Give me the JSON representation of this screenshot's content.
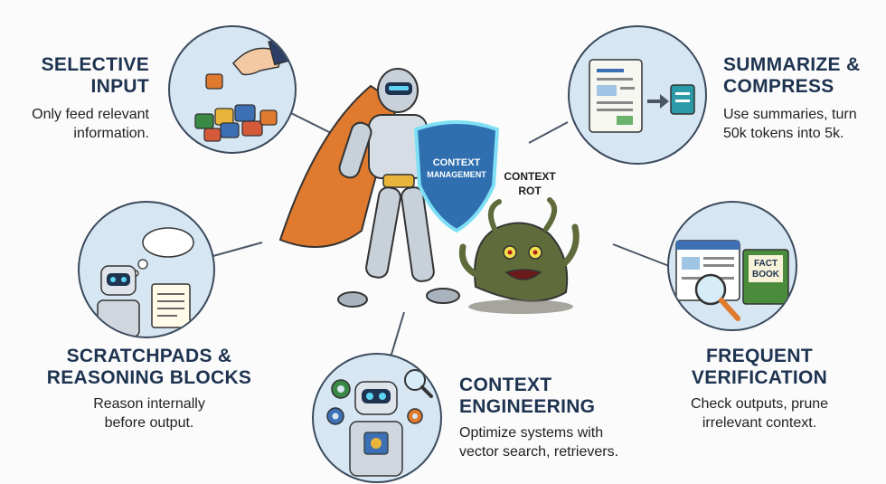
{
  "sections": {
    "selective_input": {
      "title_line1": "SELECTIVE",
      "title_line2": "INPUT",
      "desc_line1": "Only feed relevant",
      "desc_line2": "information."
    },
    "summarize": {
      "title_line1": "SUMMARIZE &",
      "title_line2": "COMPRESS",
      "desc_line1": "Use summaries, turn",
      "desc_line2": "50k tokens into 5k."
    },
    "scratchpads": {
      "title_line1": "SCRATCHPADS &",
      "title_line2": "REASONING BLOCKS",
      "desc_line1": "Reason internally",
      "desc_line2": "before output."
    },
    "verification": {
      "title_line1": "FREQUENT",
      "title_line2": "VERIFICATION",
      "desc_line1": "Check outputs, prune",
      "desc_line2": "irrelevant context."
    },
    "engineering": {
      "title_line1": "CONTEXT",
      "title_line2": "ENGINEERING",
      "desc_line1": "Optimize systems with",
      "desc_line2": "vector search, retrievers."
    }
  },
  "hero": {
    "shield_line1": "CONTEXT",
    "shield_line2": "MANAGEMENT",
    "monster_line1": "CONTEXT",
    "monster_line2": "ROT"
  },
  "book": {
    "line1": "FACT",
    "line2": "BOOK"
  },
  "colors": {
    "title": "#1e3350",
    "circle_fill": "#d6e6f2",
    "circle_stroke": "#3b4a5c",
    "cape": "#e07a2e",
    "shield": "#2f6fb0",
    "monster": "#5f6b3a"
  }
}
